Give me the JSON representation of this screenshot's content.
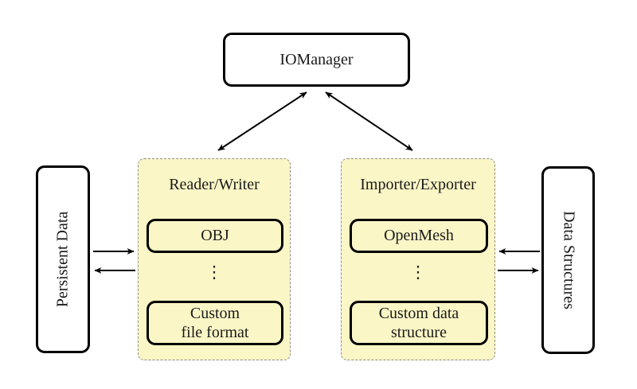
{
  "diagram": {
    "io_manager": {
      "label": "IOManager"
    },
    "persistent_data": {
      "label": "Persistent Data"
    },
    "data_structures": {
      "label": "Data Structures"
    },
    "reader_writer_group": {
      "title": "Reader/Writer",
      "ellipsis": "⋮",
      "items": [
        {
          "lines": [
            "OBJ"
          ]
        },
        {
          "lines": [
            "Custom",
            "file format"
          ]
        }
      ]
    },
    "importer_exporter_group": {
      "title": "Importer/Exporter",
      "ellipsis": "⋮",
      "items": [
        {
          "lines": [
            "OpenMesh"
          ]
        },
        {
          "lines": [
            "Custom data",
            "structure"
          ]
        }
      ]
    }
  },
  "colors": {
    "background": "#FFFFFF",
    "group_fill": "#FBF6C6",
    "group_border": "#8C8C8C",
    "box_border": "#000000",
    "arrow": "#000000"
  }
}
